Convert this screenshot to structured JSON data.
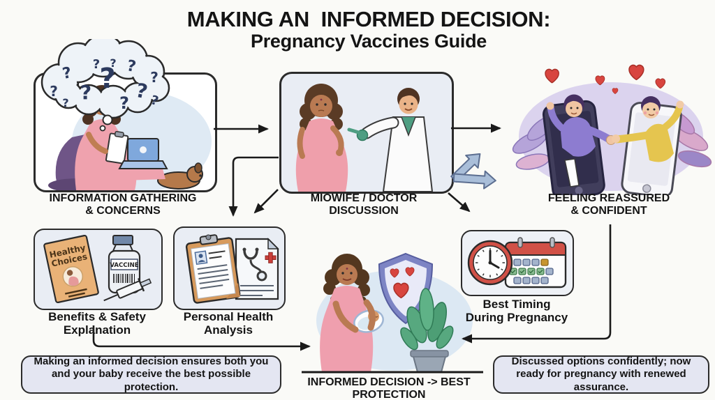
{
  "title": {
    "line1": "MAKING AN  INFORMED DECISION:",
    "line2": "Pregnancy Vaccines Guide"
  },
  "flow": {
    "info_gathering": {
      "line1": "INFORMATION GATHERING",
      "line2": "& CONCERNS"
    },
    "discussion": {
      "line1": "MIOWIFE / DOCTOR",
      "line2": "DISCUSSION"
    },
    "reassured": {
      "line1": "FEELING REASSURED",
      "line2": "& CONFIDENT"
    },
    "benefits": {
      "line1": "Benefits & Safety",
      "line2": "Explanation"
    },
    "personal_health": {
      "line1": "Personal Health",
      "line2": "Analysis"
    },
    "timing": {
      "line1": "Best Timing",
      "line2": "During Pregnancy"
    },
    "outcome": {
      "label": "INFORMED DECISION -> BEST PROTECTION"
    }
  },
  "callouts": {
    "left": "Making an informed decision ensures both you and your baby receive the best possible protection.",
    "right": "Discussed options confidently; now ready for pregnancy with renewed assurance."
  },
  "artifacts": {
    "qmark": "?",
    "pamphlet_line1": "Healthy",
    "pamphlet_line2": "Choices",
    "vaccine_label": "VACCINE"
  },
  "colors": {
    "background": "#fafaf7",
    "panel_fill": "#e9edf4",
    "callout_fill": "#e4e6f2",
    "outline": "#2b2b2b",
    "accent_red": "#d15147",
    "heart_red": "#d8453f",
    "arrow_blue": "#a9bed9",
    "dress_pink": "#ef9fae",
    "scrub_green": "#4e9e82",
    "plant_green": "#57a87f",
    "shield_purple": "#7d84c4"
  }
}
